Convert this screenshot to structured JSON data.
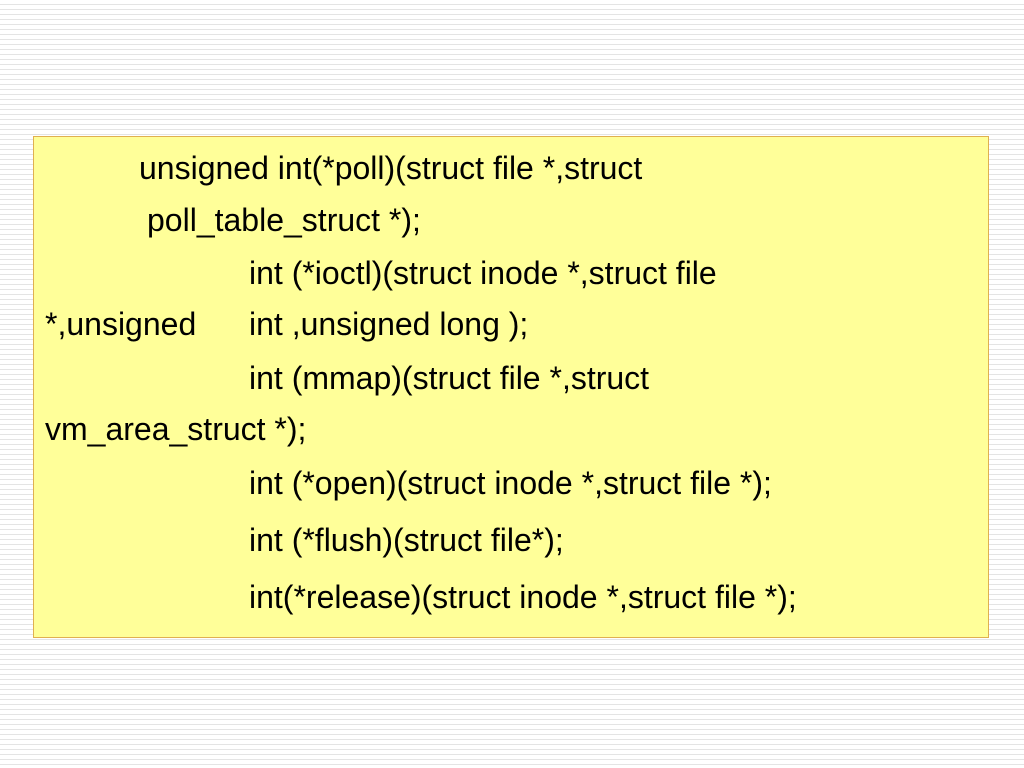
{
  "slide": {
    "lines": [
      "unsigned int(*poll)(struct file *,struct",
      "poll_table_struct *);",
      "int (*ioctl)(struct inode *,struct file",
      "*,unsigned",
      "int ,unsigned long );",
      "int (mmap)(struct file *,struct",
      "vm_area_struct *);",
      "int (*open)(struct inode *,struct file *);",
      "int (*flush)(struct file*);",
      "int(*release)(struct inode *,struct file *);"
    ]
  }
}
